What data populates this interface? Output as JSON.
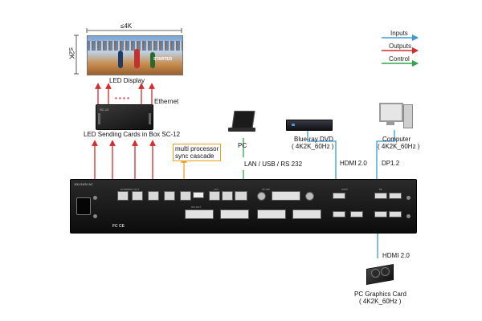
{
  "legend": {
    "inputs": "Inputs",
    "outputs": "Outputs",
    "control": "Control",
    "colors": {
      "inputs": "#3a9bd5",
      "outputs": "#d62b2b",
      "control": "#2ea84a"
    }
  },
  "display": {
    "title": "LED Display",
    "width_label": "≤4K",
    "height_label": "≤2K",
    "screen_text": "STARTED"
  },
  "ethernet_label": "Ethernet",
  "dots": "• • • •",
  "sending_box": {
    "label": "LED Sending Cards in Box SC-12",
    "front_text": "SC-12"
  },
  "cascade_label": [
    "multi processor",
    "sync cascade"
  ],
  "pc": {
    "label": "PC"
  },
  "control_label": "LAN / USB / RS 232",
  "dvd": {
    "label": [
      "Blue-ray DVD",
      "( 4K2K_60Hz )"
    ]
  },
  "computer": {
    "label": [
      "Computer",
      "( 4K2K_60Hz )"
    ]
  },
  "hdmi_top": "HDMI 2.0",
  "dp_top": "DP1.2",
  "gpu": {
    "label": [
      "PC Graphics Card",
      "( 4K2K_60Hz )"
    ]
  },
  "hdmi_bottom": "HDMI 2.0",
  "processor": {
    "power_label": "100-240V AC",
    "cert_marks": "FC CE",
    "section_ethernet": "ETHERNET OUT",
    "section_lan": "LAN",
    "section_dvi_out": "DVI OUT",
    "section_sdi": "3G-SDI",
    "section_hdmi": "HDMI",
    "section_dp": "DP"
  }
}
